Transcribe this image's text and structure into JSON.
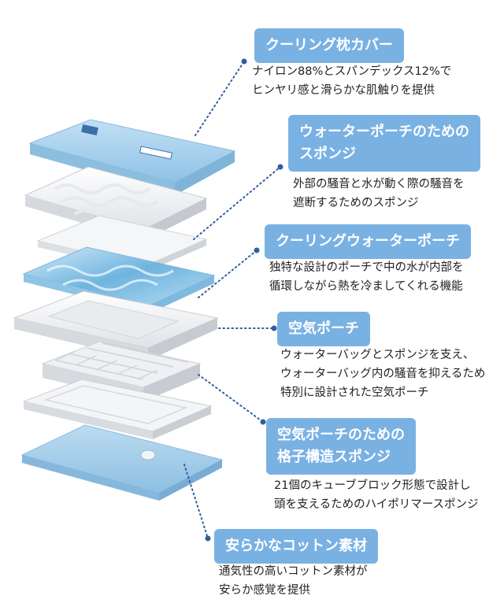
{
  "layers": [
    {
      "title": [
        "クーリング枕カバー"
      ],
      "desc": [
        "ナイロン88%とスパンデックス12%で",
        "ヒンヤリ感と滑らかな肌触りを提供"
      ]
    },
    {
      "title": [
        "ウォーターポーチのための",
        "スポンジ"
      ],
      "desc": [
        "外部の騒音と水が動く際の騒音を",
        "遮断するためのスポンジ"
      ]
    },
    {
      "title": [
        "クーリングウォーターポーチ"
      ],
      "desc": [
        "独特な設計のポーチで中の水が内部を",
        "循環しながら熱を冷ましてくれる機能"
      ]
    },
    {
      "title": [
        "空気ポーチ"
      ],
      "desc": [
        "ウォーターバッグとスポンジを支え、",
        "ウォーターバッグ内の騒音を抑えるため",
        "特別に設計された空気ポーチ"
      ]
    },
    {
      "title": [
        "空気ポーチのための",
        "格子構造スポンジ"
      ],
      "desc": [
        "21個のキューブブロック形態で設計し",
        "頭を支えるためのハイポリマースポンジ"
      ]
    },
    {
      "title": [
        "安らかなコットン素材"
      ],
      "desc": [
        "通気性の高いコットン素材が",
        "安らか感覚を提供"
      ]
    }
  ],
  "colors": {
    "tag": "#7ab1e3",
    "leader": "#2e5f9e",
    "cover": "#a9d2ee",
    "water": "#8cc6e6"
  }
}
